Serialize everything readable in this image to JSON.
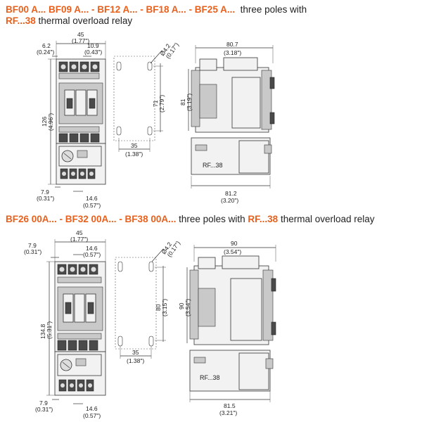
{
  "section1": {
    "title_parts": [
      "BF00 A...",
      " BF09 A...",
      " - BF12 A...",
      " - BF18 A...",
      " - BF25 A...",
      "three poles with"
    ],
    "title_line2_hl": "RF...38",
    "title_line2_plain": " thermal overload relay",
    "dims": {
      "w45": "45",
      "w45_in": "(1.77\")",
      "d62": "6.2",
      "d62_in": "(0.24\")",
      "d109": "10.9",
      "d109_in": "(0.43\")",
      "h126": "126",
      "h126_in": "(4.96\")",
      "d79": "7.9",
      "d79_in": "(0.31\")",
      "d146": "14.6",
      "d146_in": "(0.57\")",
      "hole": "Ø4.2",
      "hole_in": "(0.17\")",
      "h71": "71",
      "h71_in": "(2.79\")",
      "w35": "35",
      "w35_in": "(1.38\")",
      "w807": "80.7",
      "w807_in": "(3.18\")",
      "h81": "81",
      "h81_in": "(3.19\")",
      "w812": "81.2",
      "w812_in": "(3.20\")",
      "relay": "RF...38"
    }
  },
  "section2": {
    "title_hl1": "BF26 00A...",
    "title_hl2": " - BF32 00A...",
    "title_hl3": " - BF38 00A...",
    "title_plain1": " three poles with ",
    "title_hl4": "RF...38",
    "title_plain2": " thermal overload relay",
    "dims": {
      "w45": "45",
      "w45_in": "(1.77\")",
      "d79a": "7.9",
      "d79a_in": "(0.31\")",
      "d146a": "14.6",
      "d146a_in": "(0.57\")",
      "h1348": "134.8",
      "h1348_in": "(5.31\")",
      "d79": "7.9",
      "d79_in": "(0.31\")",
      "d146": "14.6",
      "d146_in": "(0.57\")",
      "hole": "Ø4.2",
      "hole_in": "(0.17\")",
      "h80": "80",
      "h80_in": "(3.15\")",
      "w35": "35",
      "w35_in": "(1.38\")",
      "w90": "90",
      "w90_in": "(3.54\")",
      "h90": "90",
      "h90_in": "(3.54\")",
      "w815": "81.5",
      "w815_in": "(3.21\")",
      "relay": "RF...38"
    }
  }
}
